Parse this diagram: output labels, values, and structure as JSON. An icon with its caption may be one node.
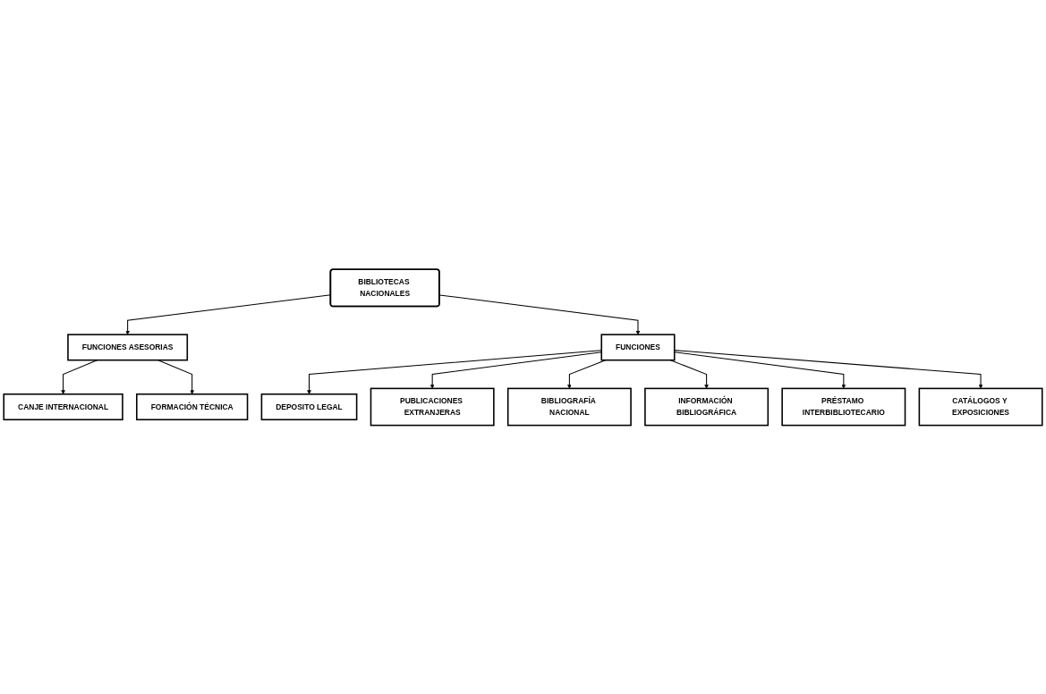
{
  "diagram": {
    "nodes": [
      {
        "text": [
          "BIBLIOTECAS NACIONALES"
        ]
      },
      {
        "text": [
          "FUNCIONES ASESORIAS"
        ]
      },
      {
        "text": [
          "CANJE INTERNACIONAL"
        ]
      },
      {
        "text": [
          "FORMACIÓN TÉCNICA"
        ]
      },
      {
        "text": [
          "FUNCIONES"
        ]
      },
      {
        "text": [
          "DEPOSITO LEGAL"
        ]
      },
      {
        "text": [
          "PUBLICACIONES EXTRANJERAS"
        ]
      },
      {
        "text": [
          "BIBLIOGRAFÍA NACIONAL"
        ]
      },
      {
        "text": [
          "INFORMACIÓN BIBLIOGRÁFICA"
        ]
      },
      {
        "text": [
          "PRÉSTAMO INTERBIBLIOTECARIO"
        ]
      },
      {
        "text": [
          "CATÁLOGOS Y EXPOSICIONES"
        ]
      }
    ],
    "edges": [
      {
        "from": 0,
        "to": 1,
        "arrow": "to"
      },
      {
        "from": 1,
        "to": 2,
        "arrow": "to"
      },
      {
        "from": 1,
        "to": 3,
        "arrow": "to"
      },
      {
        "from": 0,
        "to": 4,
        "arrow": "to"
      },
      {
        "from": 4,
        "to": 5,
        "arrow": "to"
      },
      {
        "from": 4,
        "to": 6,
        "arrow": "to"
      },
      {
        "from": 4,
        "to": 7,
        "arrow": "to"
      },
      {
        "from": 4,
        "to": 8,
        "arrow": "to"
      },
      {
        "from": 4,
        "to": 9,
        "arrow": "to"
      },
      {
        "from": 4,
        "to": 10,
        "arrow": "to"
      }
    ]
  }
}
